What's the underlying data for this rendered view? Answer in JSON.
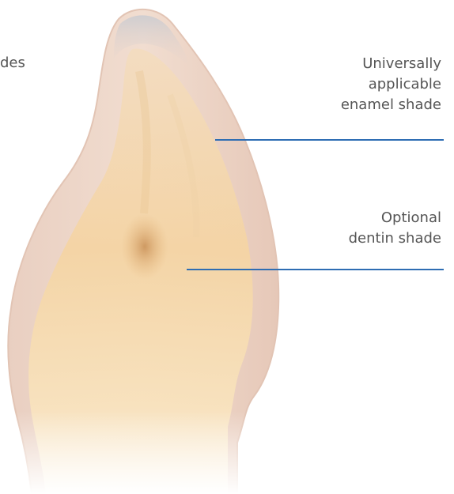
{
  "diagram": {
    "fragment_text": "des",
    "enamel_label": {
      "lines": [
        "Universally",
        "applicable",
        "enamel shade"
      ]
    },
    "dentin_label": {
      "lines": [
        "Optional",
        "dentin shade"
      ]
    },
    "colors": {
      "leader_line": "#2e6db3",
      "label_text": "#555555",
      "enamel_translucent": "#efd9cd",
      "dentin_core": "#f3d9ad",
      "dentin_dark_spot": "#cf9a62",
      "background": "#ffffff"
    }
  }
}
